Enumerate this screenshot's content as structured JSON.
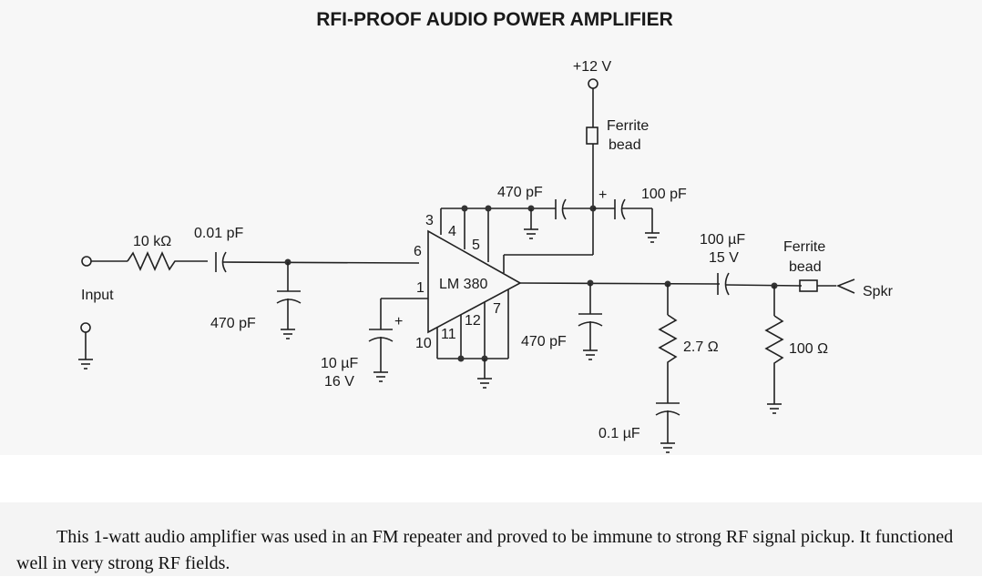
{
  "title": "RFI-PROOF AUDIO POWER AMPLIFIER",
  "caption": "This 1-watt audio amplifier was used in an FM repeater and proved to be immune to strong RF signal pickup. It functioned well in very strong RF fields.",
  "labels": {
    "supply": "+12 V",
    "ferrite_top_1": "Ferrite",
    "ferrite_top_2": "bead",
    "cap_470pf_top": "470 pF",
    "cap_100pf": "100 pF",
    "plus": "+",
    "r_input": "10 kΩ",
    "c_input": "0.01 pF",
    "input": "Input",
    "c_470pf_in": "470 pF",
    "c_10uf_1": "10 µF",
    "c_10uf_2": "16 V",
    "ic": "LM 380",
    "c_470pf_out": "470 pF",
    "c_100uf_1": "100 µF",
    "c_100uf_2": "15 V",
    "ferrite_out_1": "Ferrite",
    "ferrite_out_2": "bead",
    "spkr": "Spkr",
    "r_27": "2.7 Ω",
    "r_100": "100 Ω",
    "c_01uf": "0.1 µF"
  },
  "pins": {
    "p3": "3",
    "p4": "4",
    "p5": "5",
    "p6": "6",
    "p1": "1",
    "p7": "7",
    "p10": "10",
    "p11": "11",
    "p12": "12"
  }
}
